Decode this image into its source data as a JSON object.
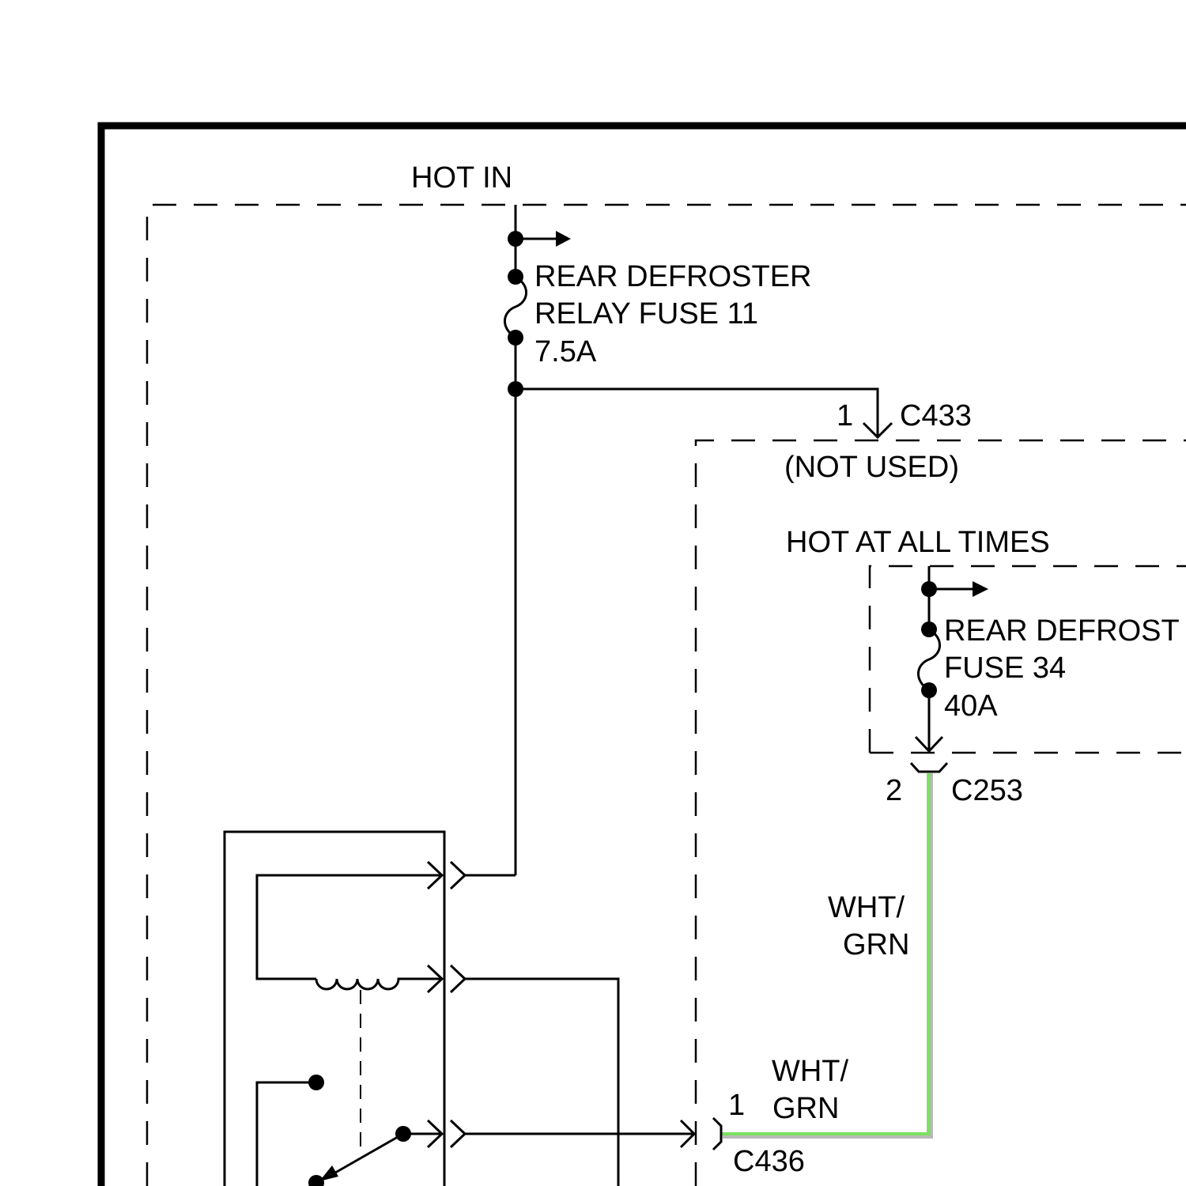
{
  "colors": {
    "line": "#000000",
    "highlight_wire": "#7be060",
    "background": "#ffffff"
  },
  "labels": {
    "hot_in": "HOT IN",
    "relay_fuse_line1": "REAR DEFROSTER",
    "relay_fuse_line2": "RELAY FUSE 11",
    "relay_fuse_rating": "7.5A",
    "c433_pin": "1",
    "c433_name": "C433",
    "not_used": "(NOT USED)",
    "hot_at_all_times": "HOT AT ALL TIMES",
    "fuse34_line1": "REAR DEFROST",
    "fuse34_line2": "FUSE 34",
    "fuse34_rating": "40A",
    "c253_pin": "2",
    "c253_name": "C253",
    "wire_vertical_line1": "WHT/",
    "wire_vertical_line2": "GRN",
    "wire_horizontal_line1": "WHT/",
    "wire_horizontal_line2": "GRN",
    "c436_pin": "1",
    "c436_name": "C436"
  }
}
